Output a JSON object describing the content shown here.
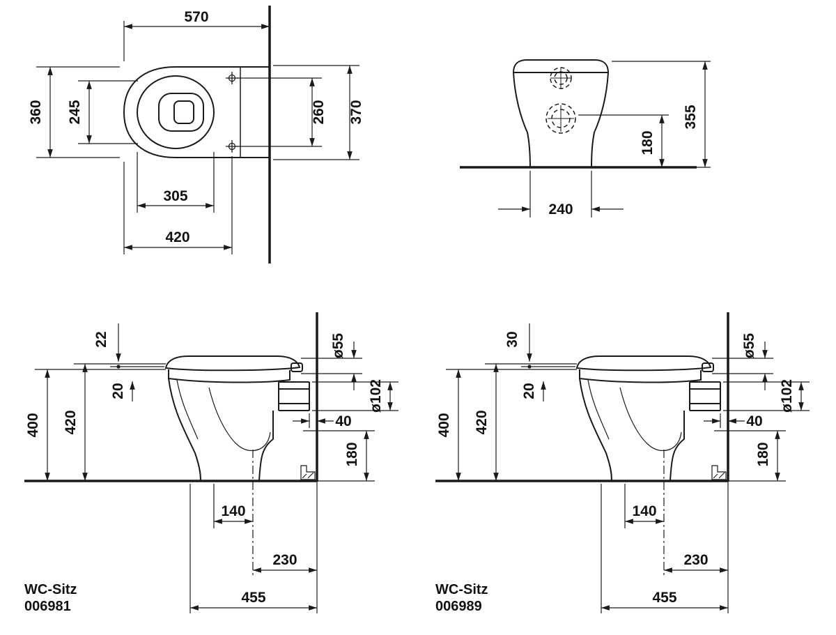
{
  "drawing": {
    "plan_view": {
      "dims": {
        "width": "570",
        "depth": "360",
        "inner_depth": "245",
        "hole_spacing": "260",
        "side_width": "370",
        "inner_width": "305",
        "hole_distance": "420"
      }
    },
    "front_view": {
      "dims": {
        "height": "355",
        "outlet_height": "180",
        "base_width": "240"
      }
    },
    "side_view_left": {
      "product_name": "WC-Sitz",
      "product_code": "006981",
      "dims": {
        "lid_offset": "22",
        "seat_gap": "20",
        "rim_height": "400",
        "seat_height": "420",
        "pipe_dia": "ø55",
        "pipe_outer_dia": "ø102",
        "wall_gap": "40",
        "outlet_height": "180",
        "foot_depth": "140",
        "outlet_depth": "230",
        "total_depth": "455"
      }
    },
    "side_view_right": {
      "product_name": "WC-Sitz",
      "product_code": "006989",
      "dims": {
        "lid_offset": "30",
        "seat_gap": "20",
        "rim_height": "400",
        "seat_height": "420",
        "pipe_dia": "ø55",
        "pipe_outer_dia": "ø102",
        "wall_gap": "40",
        "outlet_height": "180",
        "foot_depth": "140",
        "outlet_depth": "230",
        "total_depth": "455"
      }
    }
  }
}
